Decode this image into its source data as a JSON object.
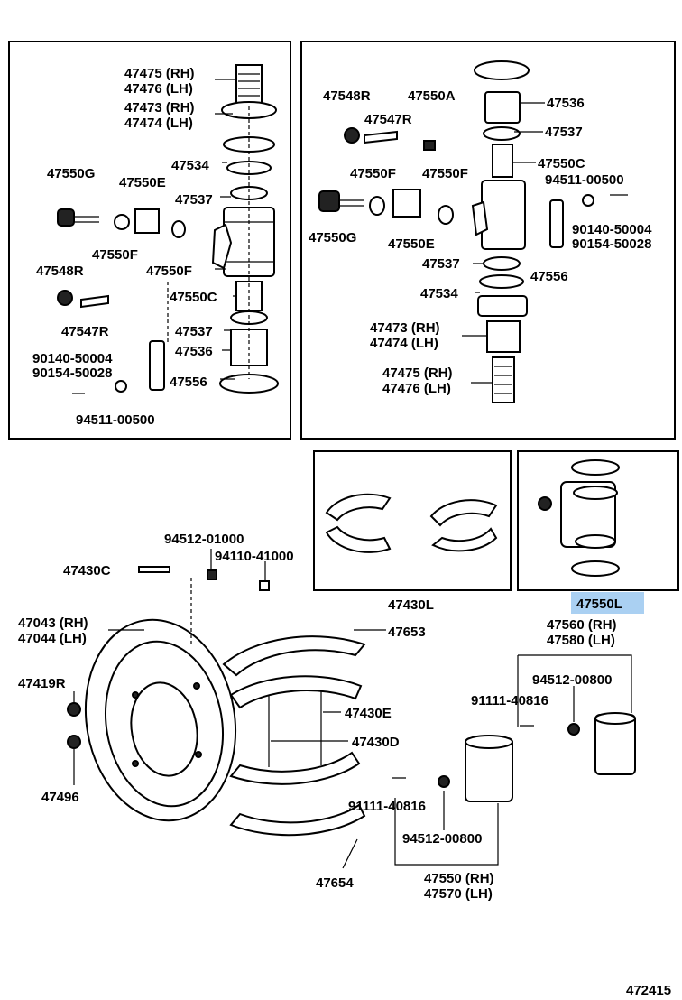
{
  "highlight_color": "#aad0f2",
  "diagram_id": "472415",
  "panels": {
    "left_top": {
      "labels": {
        "rh_top": "47475 (RH)",
        "lh_top": "47476 (LH)",
        "rh_mid": "47473 (RH)",
        "lh_mid": "47474 (LH)",
        "p47534": "47534",
        "p47550G": "47550G",
        "p47550E": "47550E",
        "p47537a": "47537",
        "p47550F_a": "47550F",
        "p47550F_b": "47550F",
        "p47548R": "47548R",
        "p47550C": "47550C",
        "p47547R": "47547R",
        "p47537b": "47537",
        "p90140": "90140-50004",
        "p90154": "90154-50028",
        "p47536": "47536",
        "p47556": "47556",
        "p94511": "94511-00500"
      }
    },
    "right_top": {
      "labels": {
        "p47548R": "47548R",
        "p47550A": "47550A",
        "p47536": "47536",
        "p47547R": "47547R",
        "p47537a": "47537",
        "p47550C": "47550C",
        "p47550F_a": "47550F",
        "p47550F_b": "47550F",
        "p94511": "94511-00500",
        "p47550G": "47550G",
        "p47550E": "47550E",
        "p90140": "90140-50004",
        "p90154": "90154-50028",
        "p47537b": "47537",
        "p47556": "47556",
        "p47534": "47534",
        "rh_mid": "47473 (RH)",
        "lh_mid": "47474 (LH)",
        "rh_bot": "47475 (RH)",
        "lh_bot": "47476 (LH)"
      }
    },
    "shoe_kit": {
      "label": "47430L"
    },
    "cylinder_kit": {
      "label": "47550L",
      "highlighted": true
    }
  },
  "lower": {
    "labels": {
      "p94512_01000": "94512-01000",
      "p94110": "94110-41000",
      "p47430C": "47430C",
      "p47043": "47043 (RH)",
      "p47044": "47044 (LH)",
      "p47653": "47653",
      "p47560": "47560 (RH)",
      "p47580": "47580 (LH)",
      "p94512_00800a": "94512-00800",
      "p47419R": "47419R",
      "p91111a": "91111-40816",
      "p47430E": "47430E",
      "p47430D": "47430D",
      "p47496": "47496",
      "p91111b": "91111-40816",
      "p94512_00800b": "94512-00800",
      "p47654": "47654",
      "p47550": "47550 (RH)",
      "p47570": "47570 (LH)"
    }
  }
}
